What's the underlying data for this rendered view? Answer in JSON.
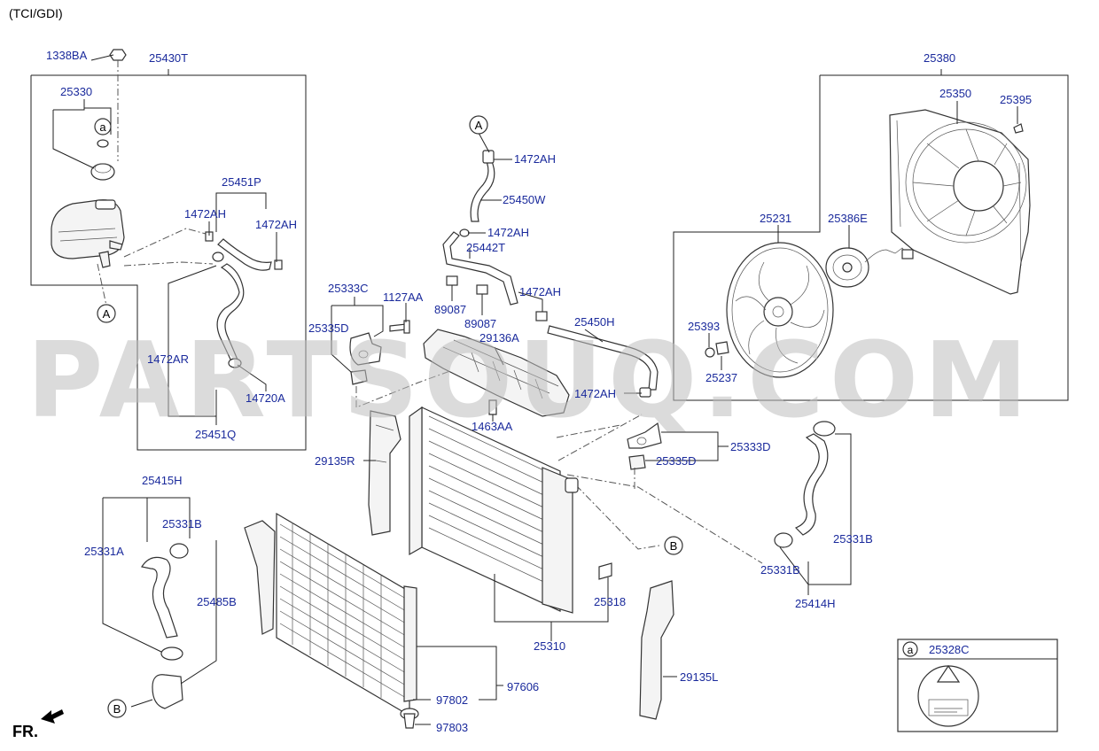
{
  "header": {
    "variant": "(TCI/GDI)"
  },
  "watermark": "PARTSOUQ.COM",
  "direction_label": "FR.",
  "refs": {
    "a": "a",
    "A": "A",
    "B": "B"
  },
  "legend": {
    "letter": "a",
    "part": "25328C"
  },
  "parts": {
    "p1338BA": "1338BA",
    "p25430T": "25430T",
    "p25330": "25330",
    "p25451P": "25451P",
    "p1472AH_a": "1472AH",
    "p1472AH_b": "1472AH",
    "p1472AR": "1472AR",
    "p14720A": "14720A",
    "p25451Q": "25451Q",
    "p1472AH_c": "1472AH",
    "p25450W": "25450W",
    "p1472AH_d": "1472AH",
    "p25442T": "25442T",
    "p89087_a": "89087",
    "p89087_b": "89087",
    "p1472AH_e": "1472AH",
    "p25450H": "25450H",
    "p1472AH_f": "1472AH",
    "p25333C": "25333C",
    "p1127AA": "1127AA",
    "p25335D_a": "25335D",
    "p29136A": "29136A",
    "p1463AA": "1463AA",
    "p25380": "25380",
    "p25350": "25350",
    "p25395": "25395",
    "p25231": "25231",
    "p25386E": "25386E",
    "p25393": "25393",
    "p25237": "25237",
    "p25333D": "25333D",
    "p25335D_b": "25335D",
    "p29135R": "29135R",
    "p25415H": "25415H",
    "p25331B_a": "25331B",
    "p25331A": "25331A",
    "p25485B": "25485B",
    "p25331B_b": "25331B",
    "p25331B_c": "25331B",
    "p25414H": "25414H",
    "p25318": "25318",
    "p25310": "25310",
    "p97802": "97802",
    "p97606": "97606",
    "p97803": "97803",
    "p29135L": "29135L"
  }
}
